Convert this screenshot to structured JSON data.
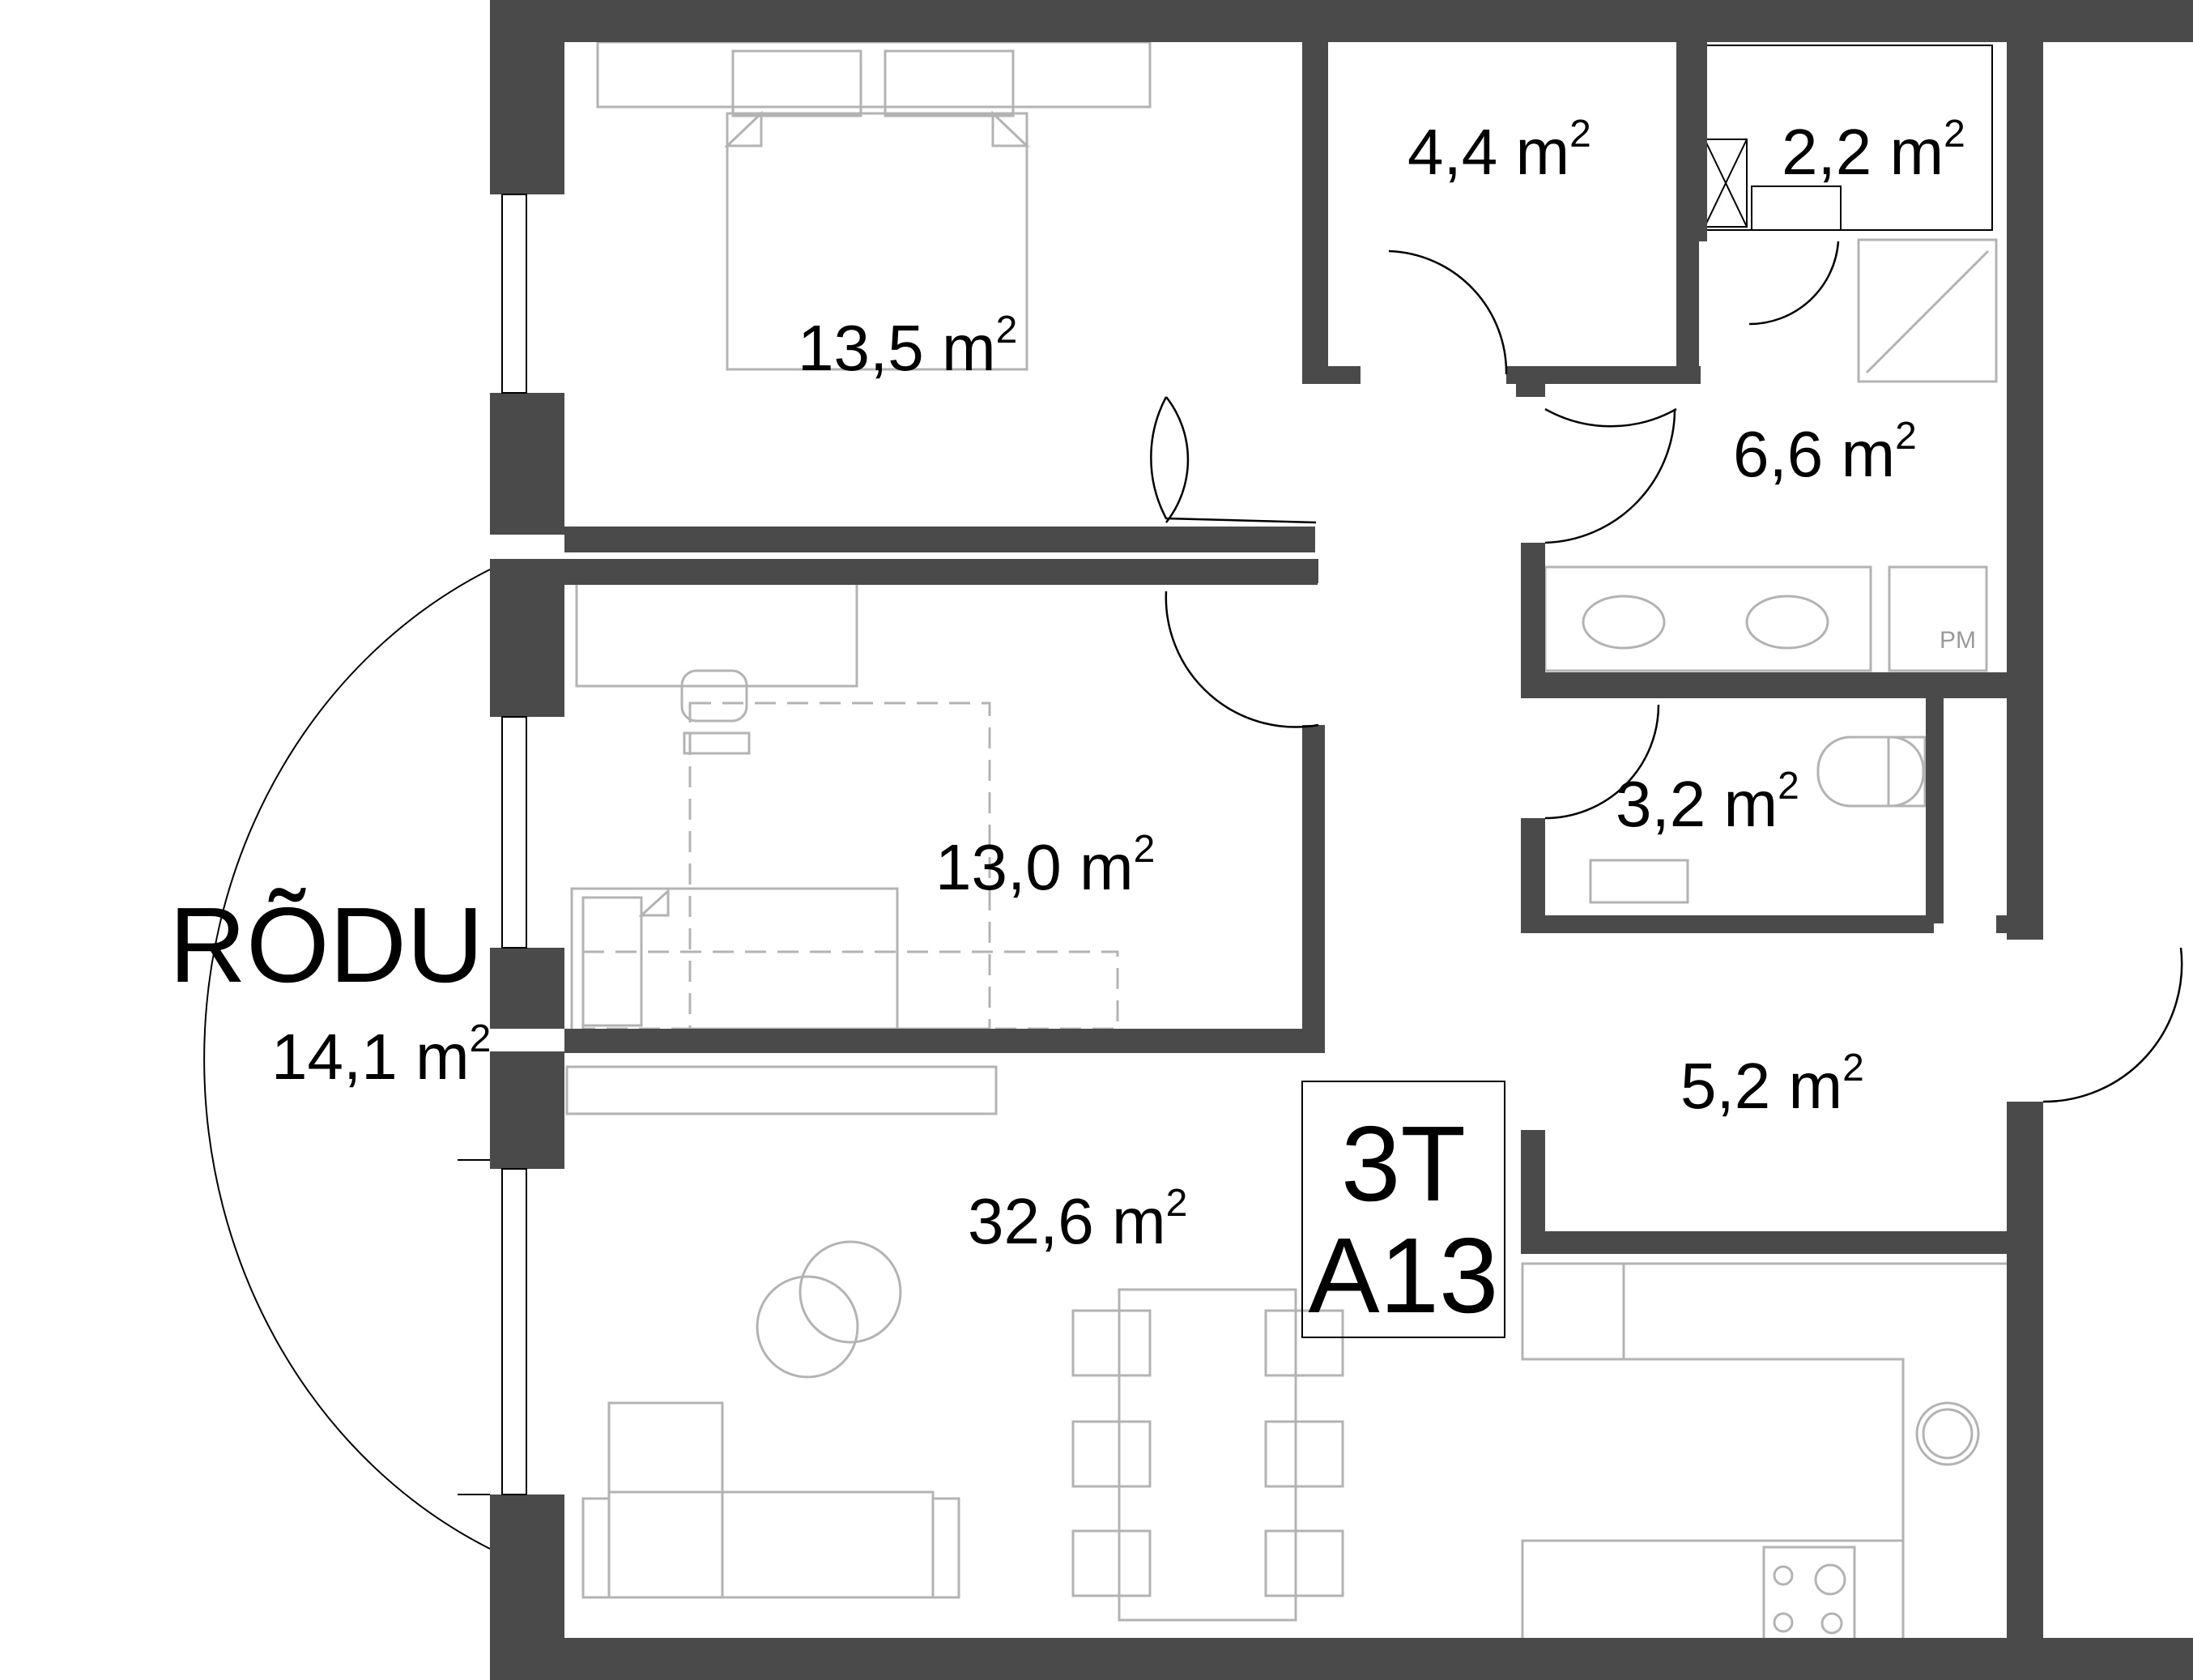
{
  "plan": {
    "unit_code_line1": "3T",
    "unit_code_line2": "A13",
    "balcony_label": "RÕDU",
    "meter_label": "PM",
    "unit_suffix": "m",
    "unit_exponent": "2"
  },
  "rooms": [
    {
      "id": "bedroom-1",
      "area": "13,5"
    },
    {
      "id": "storage",
      "area": "4,4"
    },
    {
      "id": "sauna",
      "area": "2,2"
    },
    {
      "id": "bathroom",
      "area": "6,6"
    },
    {
      "id": "bedroom-2",
      "area": "13,0"
    },
    {
      "id": "wc",
      "area": "3,2"
    },
    {
      "id": "hallway",
      "area": "5,2"
    },
    {
      "id": "living-kitchen",
      "area": "32,6"
    },
    {
      "id": "balcony",
      "area": "14,1"
    }
  ],
  "colors": {
    "wall": "#4a4a4a",
    "furniture": "#b3b3b3",
    "line": "#000000"
  }
}
